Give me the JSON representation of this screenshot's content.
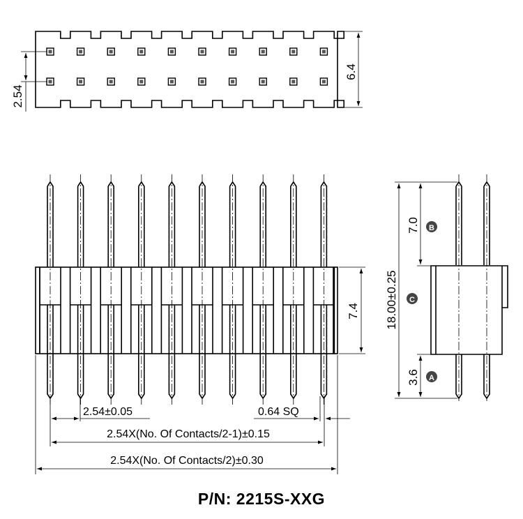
{
  "top_view": {
    "dim_height": "6.4",
    "dim_pitch": "2.54",
    "pin_columns": 10,
    "pin_rows": 2
  },
  "front_view": {
    "dim_body_height": "7.4",
    "dim_pitch": "2.54±0.05",
    "dim_pin_size": "0.64 SQ",
    "dim_row_span": "2.54X(No. Of Contacts/2-1)±0.15",
    "dim_total_length": "2.54X(No. Of Contacts/2)±0.30",
    "pin_count": 10
  },
  "side_view": {
    "dim_upper": "7.0",
    "dim_total": "18.00±0.25",
    "dim_lower": "3.6",
    "label_b": "B",
    "label_c": "C",
    "label_a": "A"
  },
  "part_number": "P/N: 2215S-XXG"
}
